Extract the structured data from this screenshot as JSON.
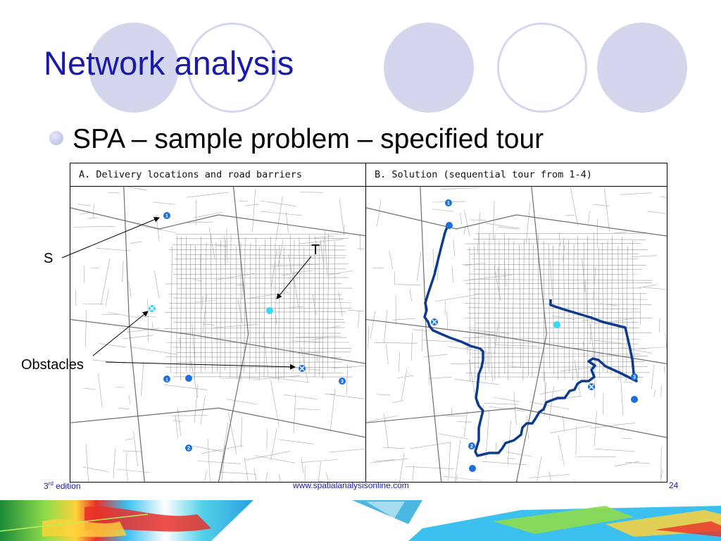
{
  "slide": {
    "title": "Network analysis",
    "bullet": "SPA – sample problem – specified tour"
  },
  "panels": {
    "a_caption": "A. Delivery locations and road barriers",
    "b_caption": "B. Solution (sequential tour from 1-4)"
  },
  "markers": {
    "m1": "1",
    "m2": "2",
    "m3": "3"
  },
  "annotations": {
    "s": "S",
    "t": "T",
    "obstacles": "Obstacles"
  },
  "footer": {
    "edition_num": "3",
    "edition_sup": "rd",
    "edition_word": " edition",
    "url": "www.spatialanalysisonline.com",
    "page": "24"
  },
  "colors": {
    "title": "#1a1aa8",
    "route": "#0d3b8c",
    "marker_blue": "#1e6fd9",
    "marker_cyan": "#3ad7f0",
    "circles": "#d4d6ee"
  }
}
